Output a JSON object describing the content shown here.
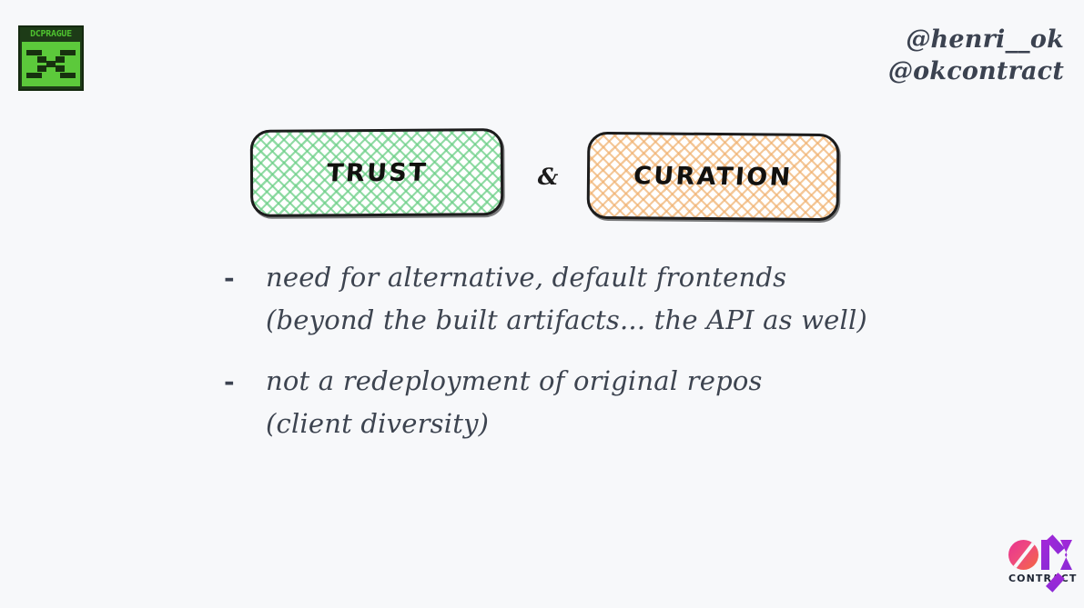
{
  "slide": {
    "background_color": "#f7f8fa",
    "text_color": "#3d4450"
  },
  "conference_logo": {
    "wordmark": "DCPRAGUE",
    "icon": "dcprague-pixel-x-icon",
    "background_color": "#1d3b17",
    "accent_color": "#5cc93b"
  },
  "handles": {
    "personal": "@henri__ok",
    "company": "@okcontract"
  },
  "concepts": {
    "conjunction": "&",
    "boxes": [
      {
        "label": "TRUST",
        "fill_color": "#6ccf87",
        "border_color": "#1c1c1c"
      },
      {
        "label": "CURATION",
        "fill_color": "#f0b06e",
        "border_color": "#1c1c1c"
      }
    ]
  },
  "bullets": [
    {
      "marker": "-",
      "text": "need for alternative, default frontends",
      "sub": "(beyond the built artifacts... the API as well)"
    },
    {
      "marker": "-",
      "text": "not a redeployment of original repos",
      "sub": "(client diversity)"
    }
  ],
  "brand_logo": {
    "wordmark": "CONTRACT",
    "icon": "okcontract-ok-monogram-icon",
    "o_color": "#ef4a7d",
    "k_color": "#a328d8"
  }
}
